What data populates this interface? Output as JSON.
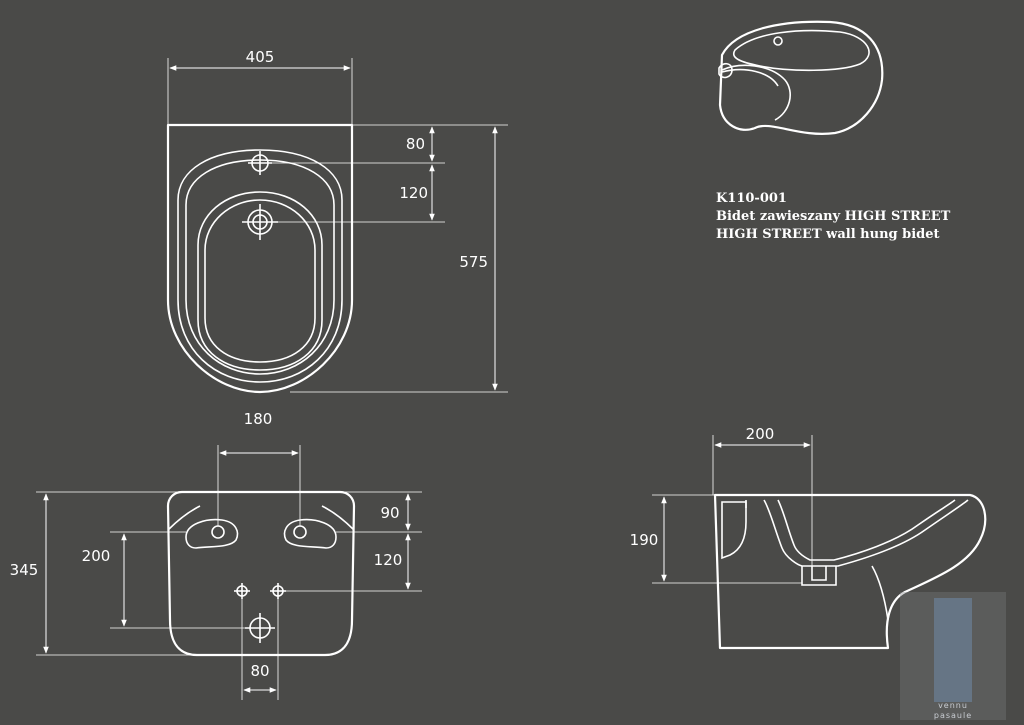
{
  "product": {
    "code": "K110-001",
    "name_pl": "Bidet zawieszany HIGH STREET",
    "name_en": "HIGH STREET wall hung bidet"
  },
  "dimensions": {
    "top_width": "405",
    "top_d80": "80",
    "top_d120": "120",
    "top_d575": "575",
    "front_180": "180",
    "front_345": "345",
    "front_200": "200",
    "front_90": "90",
    "front_120": "120",
    "front_80": "80",
    "side_200": "200",
    "side_190": "190"
  },
  "watermark": {
    "line1": "vennu",
    "line2": "pasaule"
  },
  "colors": {
    "background": "#4a4a48",
    "line": "#ffffff",
    "watermark": "#6f8aa8"
  }
}
